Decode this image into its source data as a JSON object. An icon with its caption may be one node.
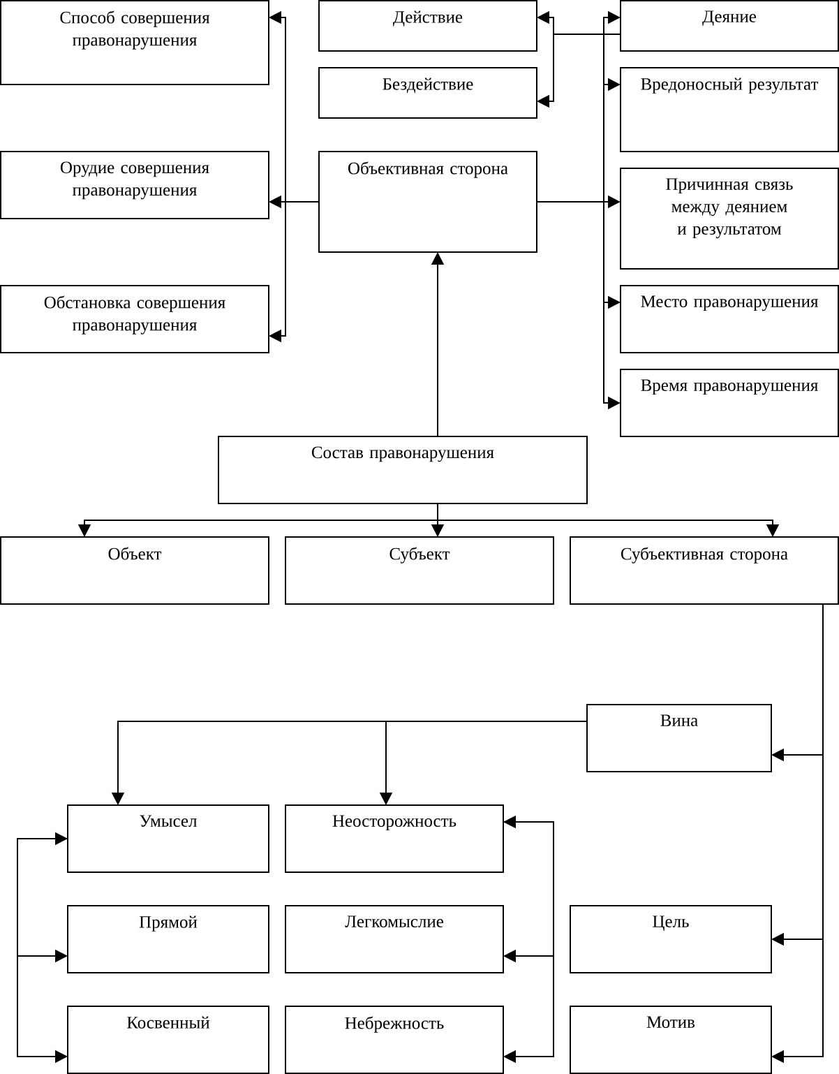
{
  "diagram": {
    "nodes": [
      {
        "text": [
          "Способ совершения правонарушения"
        ]
      },
      {
        "text": [
          "Действие"
        ]
      },
      {
        "text": [
          "Деяние"
        ]
      },
      {
        "text": [
          "Бездействие"
        ]
      },
      {
        "text": [
          "Вредоносный результат"
        ]
      },
      {
        "text": [
          "Орудие совершения правонарушения"
        ]
      },
      {
        "text": [
          "Объективная сторона"
        ]
      },
      {
        "text": [
          "Причинная связь между деянием и результатом"
        ]
      },
      {
        "text": [
          "Обстановка совершения правонарушения"
        ]
      },
      {
        "text": [
          "Место правонарушения"
        ]
      },
      {
        "text": [
          "Время правонарушения"
        ]
      },
      {
        "text": [
          "Состав правонарушения"
        ]
      },
      {
        "text": [
          "Объект"
        ]
      },
      {
        "text": [
          "Субъект"
        ]
      },
      {
        "text": [
          "Субъективная сторона"
        ]
      },
      {
        "text": [
          "Вина"
        ]
      },
      {
        "text": [
          "Умысел"
        ]
      },
      {
        "text": [
          "Неосторожность"
        ]
      },
      {
        "text": [
          "Прямой"
        ]
      },
      {
        "text": [
          "Легкомыслие"
        ]
      },
      {
        "text": [
          "Цель"
        ]
      },
      {
        "text": [
          "Косвенный"
        ]
      },
      {
        "text": [
          "Небрежность"
        ]
      },
      {
        "text": [
          "Мотив"
        ]
      }
    ],
    "edges": [
      {
        "from": 11,
        "to": 6,
        "arrow": "to"
      },
      {
        "from": 6,
        "to": 0,
        "arrow": "to"
      },
      {
        "from": 6,
        "to": 5,
        "arrow": "to"
      },
      {
        "from": 6,
        "to": 8,
        "arrow": "to"
      },
      {
        "from": 6,
        "to": 2,
        "arrow": "to"
      },
      {
        "from": 6,
        "to": 4,
        "arrow": "to"
      },
      {
        "from": 6,
        "to": 7,
        "arrow": "to"
      },
      {
        "from": 6,
        "to": 9,
        "arrow": "to"
      },
      {
        "from": 6,
        "to": 10,
        "arrow": "to"
      },
      {
        "from": 2,
        "to": 1,
        "arrow": "to"
      },
      {
        "from": 2,
        "to": 3,
        "arrow": "to"
      },
      {
        "from": 11,
        "to": 12,
        "arrow": "to"
      },
      {
        "from": 11,
        "to": 13,
        "arrow": "to"
      },
      {
        "from": 11,
        "to": 14,
        "arrow": "to"
      },
      {
        "from": 14,
        "to": 15,
        "arrow": "to"
      },
      {
        "from": 14,
        "to": 20,
        "arrow": "to"
      },
      {
        "from": 14,
        "to": 23,
        "arrow": "to"
      },
      {
        "from": 15,
        "to": 16,
        "arrow": "to"
      },
      {
        "from": 15,
        "to": 17,
        "arrow": "to"
      },
      {
        "from": 16,
        "to": 18,
        "arrow": "both"
      },
      {
        "from": 16,
        "to": 21,
        "arrow": "to"
      },
      {
        "from": 17,
        "to": 19,
        "arrow": "both"
      },
      {
        "from": 17,
        "to": 22,
        "arrow": "to"
      }
    ]
  }
}
